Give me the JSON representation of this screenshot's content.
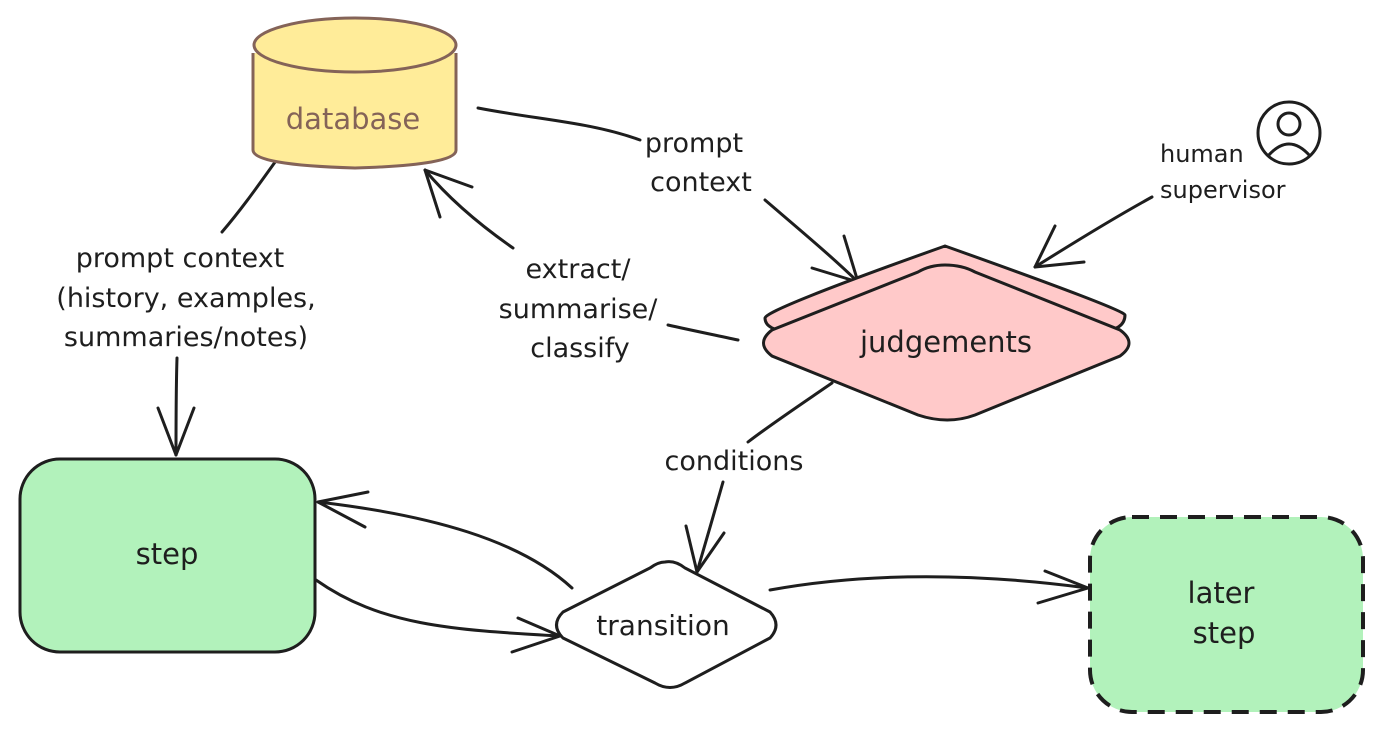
{
  "nodes": {
    "database": {
      "label": "database",
      "fill": "#ffec99",
      "stroke": "#846358",
      "text_color": "#846358"
    },
    "judgements": {
      "label": "judgements",
      "fill": "#ffc9c9",
      "stroke": "#1e1e1e"
    },
    "step": {
      "label": "step",
      "fill": "#b2f2bb",
      "stroke": "#1e1e1e"
    },
    "later_step": {
      "line1": "later",
      "line2": "step",
      "fill": "#b2f2bb",
      "stroke": "#1e1e1e",
      "border": "dashed"
    },
    "transition": {
      "label": "transition",
      "fill": "#ffffff",
      "stroke": "#1e1e1e"
    },
    "human_supervisor": {
      "line1": "human",
      "line2": "supervisor",
      "icon": "user-circle-icon"
    }
  },
  "edges": {
    "db_to_step": {
      "line1": "prompt context",
      "line2": "(history, examples,",
      "line3": "summaries/notes)"
    },
    "db_to_judgements": {
      "line1": "prompt",
      "line2": "context"
    },
    "judgements_to_db": {
      "line1": "extract/",
      "line2": "summarise/",
      "line3": "classify"
    },
    "judgements_to_transition": {
      "label": "conditions"
    }
  }
}
